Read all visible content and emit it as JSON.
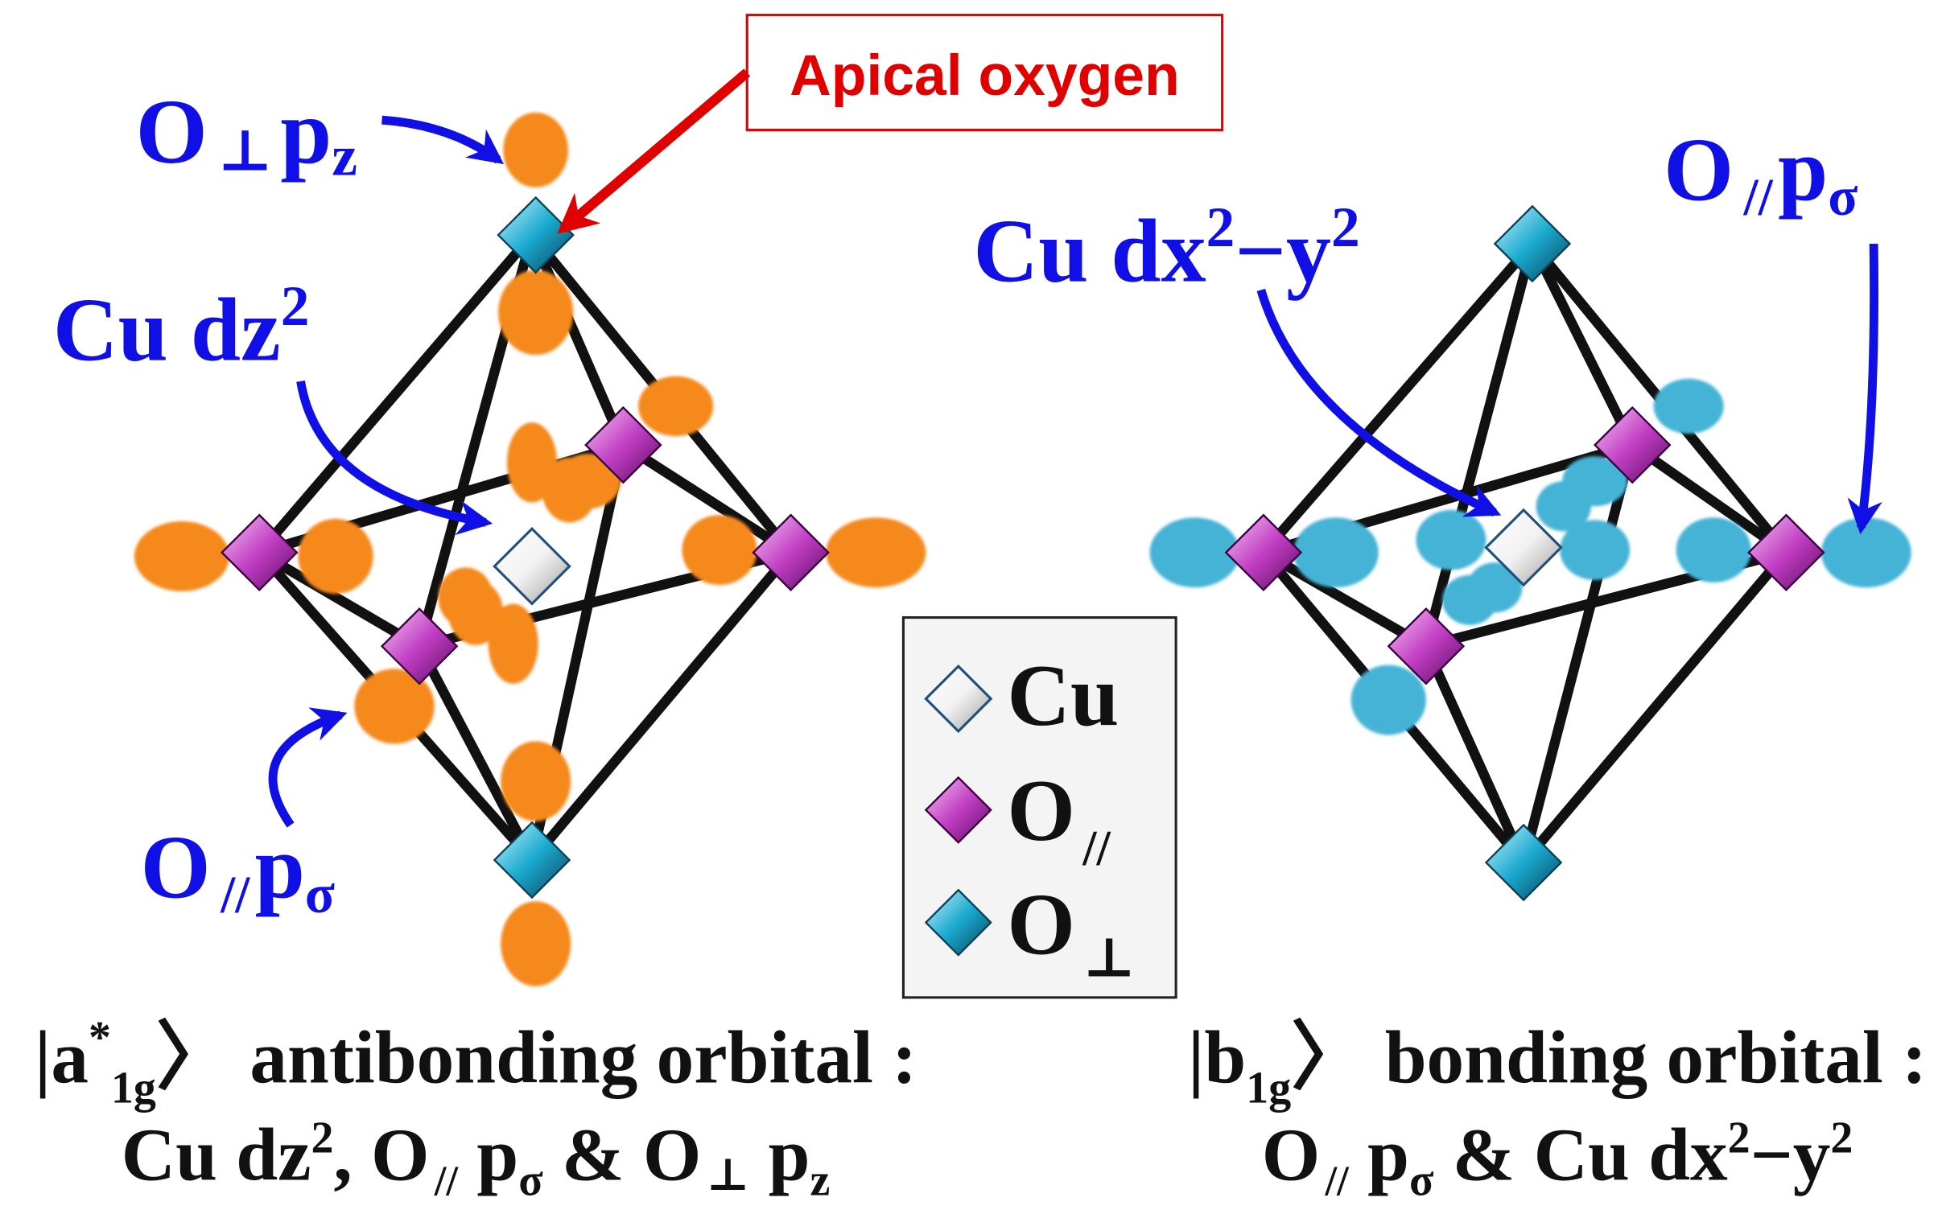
{
  "annotation": {
    "apical_oxygen": "Apical oxygen"
  },
  "left_panel": {
    "label_o_perp_pz": {
      "o": "O",
      "perp": "⊥",
      "p": "p",
      "sub": "z"
    },
    "label_cu_dz2": {
      "text": "Cu dz",
      "sup": "2"
    },
    "label_o_par_psigma": {
      "o": "O",
      "par": "//",
      "p": "p",
      "sub": "σ"
    },
    "caption_line1": {
      "ket_open": "|a",
      "star": "*",
      "sub": "1g",
      "ket_close": "〉",
      "rest": " antibonding orbital :"
    },
    "caption_line2": {
      "a": "Cu dz",
      "a_sup": "2",
      "b": ", O",
      "par": "//",
      "c": " p",
      "c_sub": "σ",
      "d": " & O",
      "perp": "⊥",
      "e": " p",
      "e_sub": "z"
    },
    "orbital_color": "#f5891e"
  },
  "right_panel": {
    "label_cu_dx2y2": {
      "a": "Cu dx",
      "a_sup": "2",
      "b": "−y",
      "b_sup": "2"
    },
    "label_o_par_psigma": {
      "o": "O",
      "par": "//",
      "p": "p",
      "sub": "σ"
    },
    "caption_line1": {
      "ket_open": "|b",
      "sub": "1g",
      "ket_close": "〉",
      "rest": " bonding orbital :"
    },
    "caption_line2": {
      "a": "O",
      "par": "//",
      "b": " p",
      "b_sub": "σ",
      "c": " & Cu dx",
      "c_sup": "2",
      "d": "−y",
      "d_sup": "2"
    },
    "orbital_color": "#45b3d6"
  },
  "legend": {
    "items": [
      {
        "symbol": "cu-atom",
        "text": "Cu",
        "sub": ""
      },
      {
        "symbol": "o-parallel-atom",
        "text": "O",
        "sub": "//"
      },
      {
        "symbol": "o-perpendicular-atom",
        "text": "O",
        "sub": "⊥"
      }
    ]
  },
  "colors": {
    "label_blue": "#1010e6",
    "arrow_red": "#e00000",
    "cu_atom": "#ffffff",
    "o_parallel_atom": "#c23fc4",
    "o_perpendicular_atom": "#1aa9cf"
  }
}
